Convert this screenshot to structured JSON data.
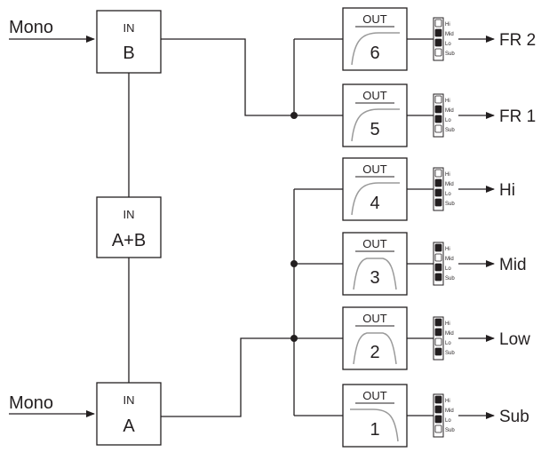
{
  "inputs": {
    "b": {
      "in_label": "IN",
      "name": "B",
      "source": "Mono"
    },
    "ab": {
      "in_label": "IN",
      "name": "A+B"
    },
    "a": {
      "in_label": "IN",
      "name": "A",
      "source": "Mono"
    }
  },
  "outputs": [
    {
      "out_label": "OUT",
      "number": "6",
      "filter": "highpass",
      "dest": "FR 2",
      "switches": {
        "Hi": false,
        "Mid": true,
        "Lo": true,
        "Sub": false
      }
    },
    {
      "out_label": "OUT",
      "number": "5",
      "filter": "highpass",
      "dest": "FR 1",
      "switches": {
        "Hi": false,
        "Mid": true,
        "Lo": true,
        "Sub": false
      }
    },
    {
      "out_label": "OUT",
      "number": "4",
      "filter": "highpass",
      "dest": "Hi",
      "switches": {
        "Hi": false,
        "Mid": true,
        "Lo": true,
        "Sub": true
      }
    },
    {
      "out_label": "OUT",
      "number": "3",
      "filter": "bandpass",
      "dest": "Mid",
      "switches": {
        "Hi": true,
        "Mid": false,
        "Lo": true,
        "Sub": true
      }
    },
    {
      "out_label": "OUT",
      "number": "2",
      "filter": "bandpass",
      "dest": "Low",
      "switches": {
        "Hi": true,
        "Mid": true,
        "Lo": false,
        "Sub": true
      }
    },
    {
      "out_label": "OUT",
      "number": "1",
      "filter": "lowpass",
      "dest": "Sub",
      "switches": {
        "Hi": true,
        "Mid": true,
        "Lo": true,
        "Sub": false
      }
    }
  ],
  "switch_labels": [
    "Hi",
    "Mid",
    "Lo",
    "Sub"
  ],
  "colors": {
    "line": "#231f20",
    "filter_curve": "#9a9a9a"
  }
}
